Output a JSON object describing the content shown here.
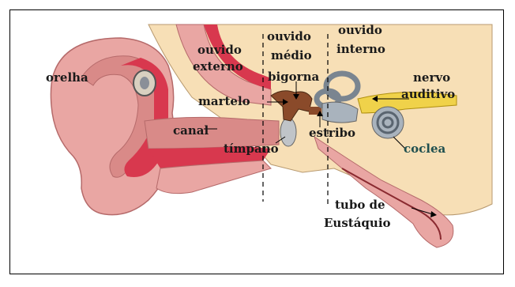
{
  "labels": {
    "orelha": "orelha",
    "ouvido_externo_l1": "ouvido",
    "ouvido_externo_l2": "externo",
    "ouvido_medio_l1": "ouvido",
    "ouvido_medio_l2": "médio",
    "ouvido_interno_l1": "ouvido",
    "ouvido_interno_l2": "interno",
    "bigorna": "bigorna",
    "nervo_l1": "nervo",
    "nervo_l2": "auditivo",
    "martelo": "martelo",
    "canal": "canal",
    "estribo": "estribo",
    "timpano": "tímpano",
    "coclea": "coclea",
    "tubo_l1": "tubo de",
    "tubo_l2": "Eustáquio"
  },
  "colors": {
    "skin": "#e9a6a3",
    "skin_dark": "#d98a88",
    "canal_red": "#d8384e",
    "background_tissue": "#f7dfb6",
    "bone": "#f5e6c6",
    "ossicles": "#8a4a2a",
    "inner_ear_gray": "#a9b3bd",
    "nerve_yellow": "#f0d24a",
    "coclea_text": "#1f4f4f"
  }
}
